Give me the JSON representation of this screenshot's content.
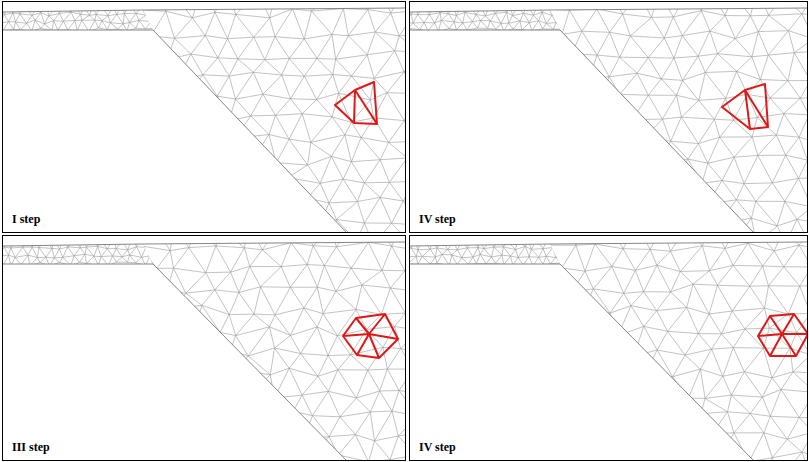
{
  "diagram": {
    "labels": [
      "I step",
      "IV step",
      "III step",
      "IV step"
    ]
  }
}
